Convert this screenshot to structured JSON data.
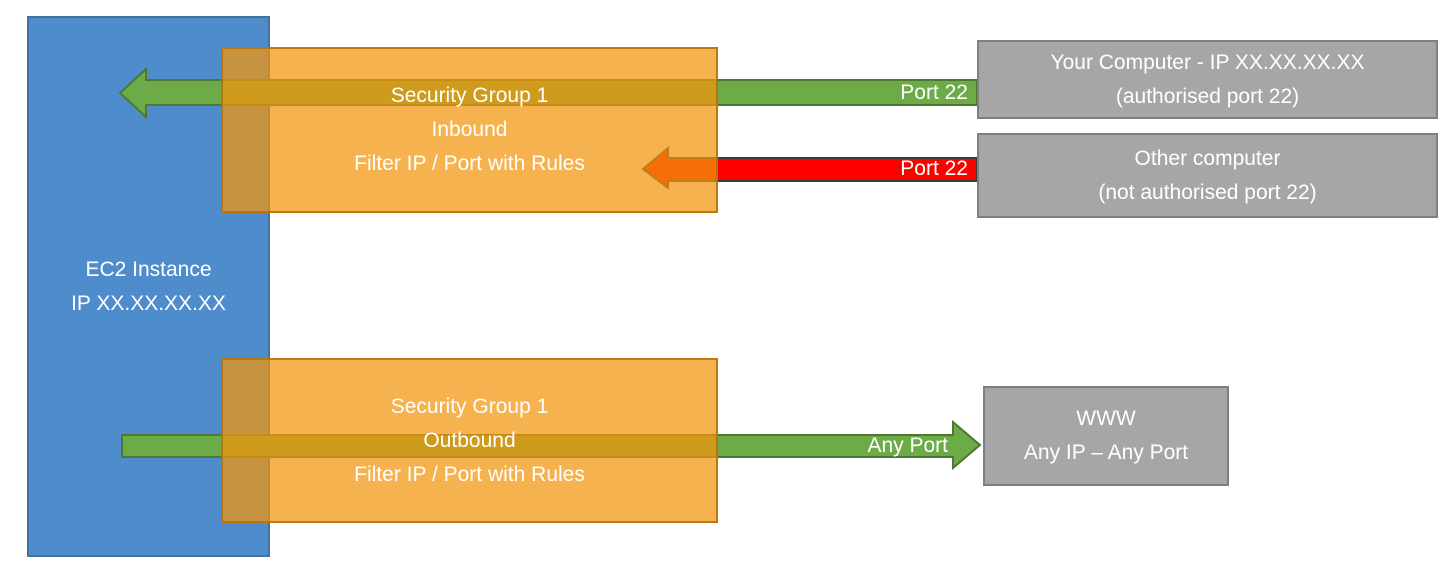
{
  "diagram": {
    "title_hint": "EC2 security group inbound/outbound filtering",
    "ec2_box": {
      "line1": "EC2 Instance",
      "line2": "IP XX.XX.XX.XX"
    },
    "sg_inbound_box": {
      "line1": "Security Group 1",
      "line2": "Inbound",
      "line3": "Filter IP / Port with Rules"
    },
    "sg_outbound_box": {
      "line1": "Security Group 1",
      "line2": "Outbound",
      "line3": "Filter IP / Port with Rules"
    },
    "your_computer_box": {
      "line1": "Your Computer - IP XX.XX.XX.XX",
      "line2": "(authorised port 22)"
    },
    "other_computer_box": {
      "line1": "Other computer",
      "line2": "(not authorised port 22)"
    },
    "www_box": {
      "line1": "WWW",
      "line2": "Any IP – Any Port"
    },
    "arrow_labels": {
      "inbound_allowed": "Port 22",
      "inbound_blocked": "Port 22",
      "outbound": "Any Port"
    },
    "colors": {
      "ec2_fill": "#4F8CCB",
      "ec2_border": "#41719C",
      "security_group_fill": "#F39612",
      "security_group_border": "#B0700A",
      "endpoint_fill": "#A6A6A6",
      "endpoint_border": "#7F7F7F",
      "allowed_arrow_fill": "#6CAB47",
      "allowed_arrow_border": "#4E7731",
      "blocked_arrow_fill": "#FF0000",
      "blocked_arrow_border": "#3B3B3B",
      "label_text": "#FFFFFF"
    }
  }
}
